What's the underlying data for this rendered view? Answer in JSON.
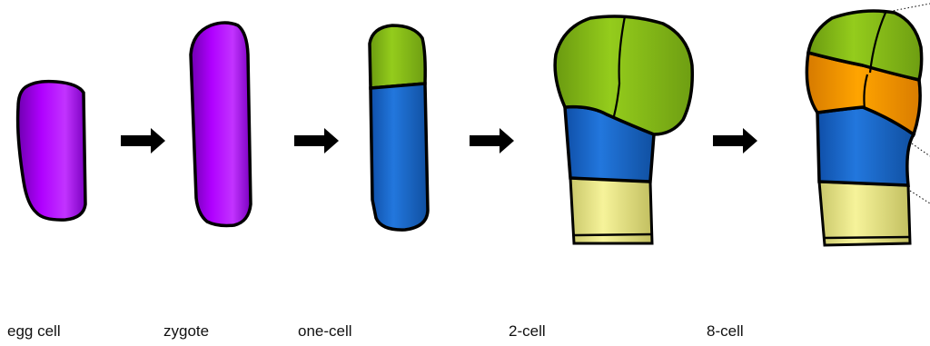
{
  "stages": [
    {
      "label": "egg cell"
    },
    {
      "label": "zygote"
    },
    {
      "label": "one-cell"
    },
    {
      "label": "2-cell"
    },
    {
      "label": "8-cell"
    }
  ],
  "colors": {
    "egg": "#aa00ff",
    "apical": "#8cc21a",
    "basal": "#1f6ed4",
    "suspensor": "#f3f08c",
    "middle": "#ff9f00",
    "outline": "#000000"
  }
}
